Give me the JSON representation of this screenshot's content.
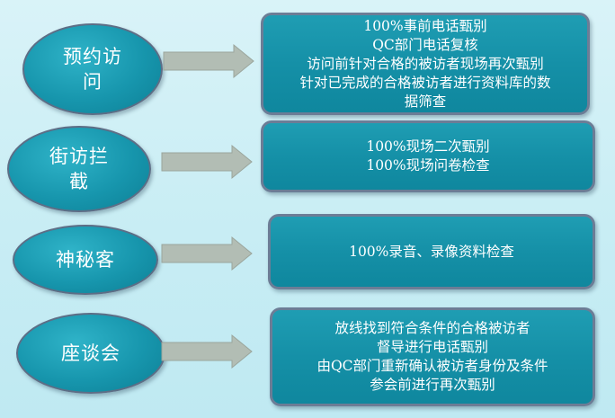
{
  "rows": [
    {
      "label": "预约访问",
      "details": [
        "100%事前电话甄别",
        "QC部门电话复核",
        "访问前针对合格的被访者现场再次甄别",
        "针对已完成的合格被访者进行资料库的数",
        "据筛查"
      ]
    },
    {
      "label": "街访拦截",
      "details": [
        "100%现场二次甄别",
        "100%现场问卷检查"
      ]
    },
    {
      "label": "神秘客",
      "details": [
        "100%录音、录像资料检查"
      ]
    },
    {
      "label": "座谈会",
      "details": [
        "放线找到符合条件的合格被访者",
        "督导进行电话甄别",
        "由QC部门重新确认被访者身份及条件",
        "参会前进行再次甄别"
      ]
    }
  ],
  "colors": {
    "oval_fill": "#1796ad",
    "box_fill": "#1590a7",
    "arrow_fill": "#b2bdb4",
    "border": "#6c7d96",
    "text": "#ffffff"
  }
}
